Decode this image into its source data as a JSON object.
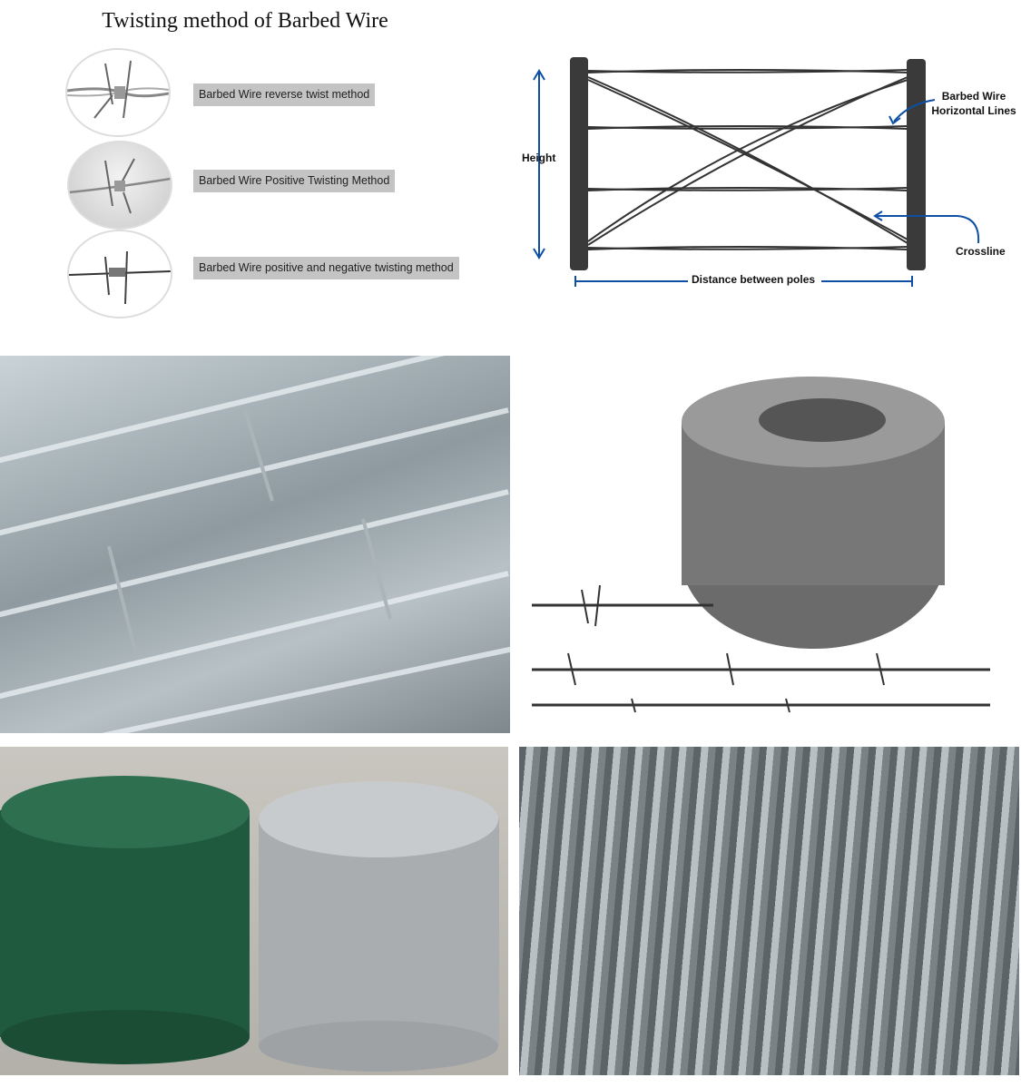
{
  "twisting": {
    "title": "Twisting method of Barbed Wire",
    "methods": [
      {
        "label": "Barbed Wire reverse twist method"
      },
      {
        "label": "Barbed Wire Positive Twisting Method"
      },
      {
        "label": "Barbed Wire positive and negative twisting method"
      }
    ]
  },
  "diagram": {
    "height_label": "Height",
    "horizontal_lines_label": "Barbed Wire Horizontal Lines",
    "crossline_label": "Crossline",
    "distance_label": "Distance between poles",
    "accent_color": "#0d4fa3"
  }
}
